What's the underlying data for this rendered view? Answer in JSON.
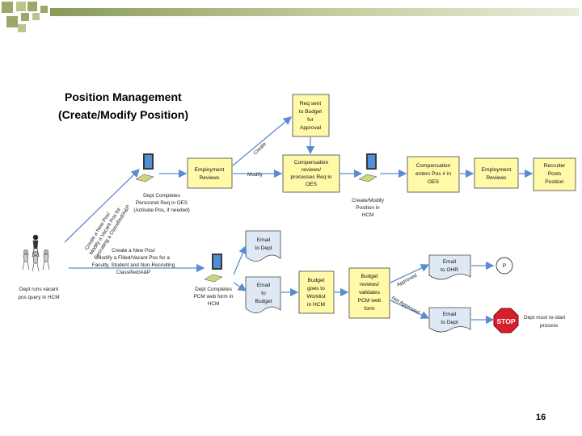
{
  "slide": {
    "title_line1": "Position Management",
    "title_line2": "(Create/Modify Position)",
    "page_number": "16"
  },
  "colors": {
    "box_fill": "#fff9a8",
    "email_fill": "#dfe9f6",
    "arrow": "#5b8bd0",
    "stop": "#d5202a",
    "header_squares": "#9aa86a"
  },
  "actors": {
    "dept_vacant": [
      "Dept runs vacant",
      "pos query in HCM"
    ],
    "dept_completes_oes": [
      "Dept Completes",
      "Personnel Req in OES",
      "(Activate Pos, if needed)"
    ],
    "create_modify_hcm": [
      "Create/Modify",
      "Position in",
      "HCM"
    ],
    "dept_completes_pcm": [
      "Dept Completes",
      "PCM web form in",
      "HCM"
    ]
  },
  "boxes": {
    "employment_reviews_1": [
      "Employment",
      "Reviews"
    ],
    "req_sent_budget": [
      "Req sent",
      "to Budget",
      "for",
      "Approval"
    ],
    "comp_reviews": [
      "Compensation",
      "reviews/",
      "processes Req in",
      "OES"
    ],
    "comp_enters": [
      "Compensation",
      "enters Pos # in",
      "OES"
    ],
    "employment_reviews_2": [
      "Employment",
      "Reviews"
    ],
    "recruiter_posts": [
      "Recruiter",
      "Posts",
      "Position"
    ],
    "budget_worklist": [
      "Budget",
      "goes to",
      "Worklist",
      "in HCM"
    ],
    "budget_validates": [
      "Budget",
      "reviews/",
      "validates",
      "PCM web",
      "form"
    ]
  },
  "emails": {
    "email_dept_top": [
      "Email",
      "to Dept"
    ],
    "email_budget": [
      "Email",
      "to",
      "Budget"
    ],
    "email_ohr": [
      "Email",
      "to OHR"
    ],
    "email_dept_bottom": [
      "Email",
      "to Dept"
    ]
  },
  "labels": {
    "create": "Create",
    "modify": "Modify",
    "approved": "Approved",
    "not_approved": "Not Approved",
    "diag_line1": "Create a New Pos/",
    "diag_line2": "Modify a Vacant Pos for",
    "diag_line3": "Recruiting a Classified/A&P",
    "mid_line1": "Create a New Pos/",
    "mid_line2": "Modify a Filled/Vacant Pos for a",
    "mid_line3": "Faculty, Student and Non-Recruiting",
    "mid_line4": "Classified/A&P",
    "stop_label": "STOP",
    "restart": [
      "Dept must re-start",
      "process"
    ],
    "connector": "P"
  }
}
